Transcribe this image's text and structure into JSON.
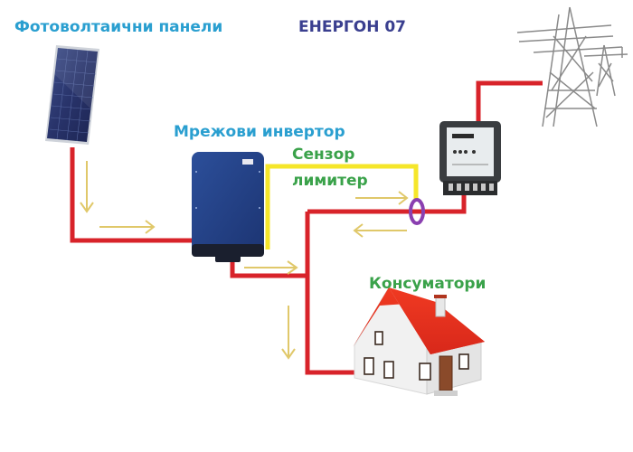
{
  "title": "ЕНЕРГОН 07",
  "labels": {
    "pv_panels": "Фотоволтаични панели",
    "inverter": "Мрежови инвертор",
    "sensor_line1": "Сензор",
    "sensor_line2": "лимитер",
    "consumers": "Консуматори"
  },
  "colors": {
    "power_line": "#d8232a",
    "sensor_line": "#f5e62a",
    "sensor_ring": "#8a3fb0",
    "flow_arrow": "#e8d77a",
    "label_blue": "#2a9fd0",
    "label_green": "#3aa24a",
    "title": "#3a3f8f"
  },
  "components": [
    {
      "id": "pv-panel",
      "icon": "solar-panel-icon"
    },
    {
      "id": "inverter",
      "icon": "inverter-icon"
    },
    {
      "id": "energy-meter",
      "icon": "electricity-meter-icon"
    },
    {
      "id": "power-grid",
      "icon": "power-tower-icon"
    },
    {
      "id": "house",
      "icon": "house-icon"
    },
    {
      "id": "current-sensor",
      "icon": "current-clamp-icon"
    }
  ]
}
